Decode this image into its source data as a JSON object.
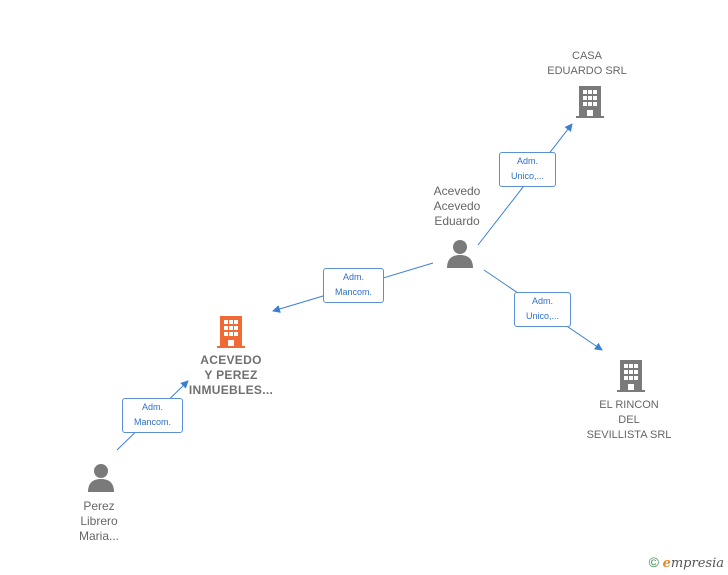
{
  "colors": {
    "edge": "#3b7fd4",
    "company_gray": "#7a7a7a",
    "company_focus": "#f06a35",
    "person": "#7a7a7a"
  },
  "nodes": {
    "casa": {
      "lines": [
        "CASA",
        "EDUARDO SRL"
      ],
      "icon": "building-icon"
    },
    "acevedo_eduardo": {
      "lines": [
        "Acevedo",
        "Acevedo",
        "Eduardo"
      ],
      "icon": "person-icon"
    },
    "acevedo_perez": {
      "lines": [
        "ACEVEDO",
        "Y PEREZ",
        "INMUEBLES..."
      ],
      "icon": "building-icon"
    },
    "rincon": {
      "lines": [
        "EL RINCON",
        "DEL",
        "SEVILLISTA SRL"
      ],
      "icon": "building-icon"
    },
    "perez": {
      "lines": [
        "Perez",
        "Librero",
        "Maria..."
      ],
      "icon": "person-icon"
    }
  },
  "edges": {
    "e1": {
      "lines": [
        "Adm.",
        "Unico,..."
      ]
    },
    "e2": {
      "lines": [
        "Adm.",
        "Mancom."
      ]
    },
    "e3": {
      "lines": [
        "Adm.",
        "Unico,..."
      ]
    },
    "e4": {
      "lines": [
        "Adm.",
        "Mancom."
      ]
    }
  },
  "footer": {
    "copyright": "©",
    "brand_first": "e",
    "brand_rest": "mpresia"
  }
}
